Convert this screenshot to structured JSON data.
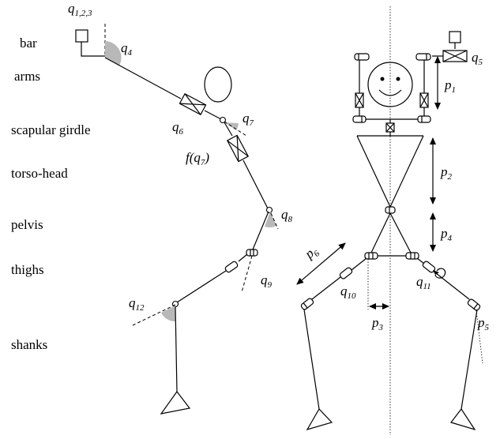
{
  "segments": [
    "bar",
    "arms",
    "scapular girdle",
    "torso-head",
    "pelvis",
    "thighs",
    "shanks"
  ],
  "joints": {
    "q123": {
      "base": "q",
      "sub": "1,2,3"
    },
    "q4": {
      "base": "q",
      "sub": "4"
    },
    "q5": {
      "base": "q",
      "sub": "5"
    },
    "q6": {
      "base": "q",
      "sub": "6"
    },
    "q7": {
      "base": "q",
      "sub": "7"
    },
    "fq7": {
      "pre": "f(",
      "base": "q",
      "sub": "7",
      "post": ")"
    },
    "q8": {
      "base": "q",
      "sub": "8"
    },
    "q9": {
      "base": "q",
      "sub": "9"
    },
    "q10": {
      "base": "q",
      "sub": "10"
    },
    "q11": {
      "base": "q",
      "sub": "11"
    },
    "q12": {
      "base": "q",
      "sub": "12"
    }
  },
  "params": {
    "p1": {
      "base": "p",
      "sub": "1"
    },
    "p2": {
      "base": "p",
      "sub": "2"
    },
    "p3": {
      "base": "p",
      "sub": "3"
    },
    "p4": {
      "base": "p",
      "sub": "4"
    },
    "p5": {
      "base": "p",
      "sub": "5"
    },
    "p6": {
      "base": "p",
      "sub": "6"
    }
  }
}
